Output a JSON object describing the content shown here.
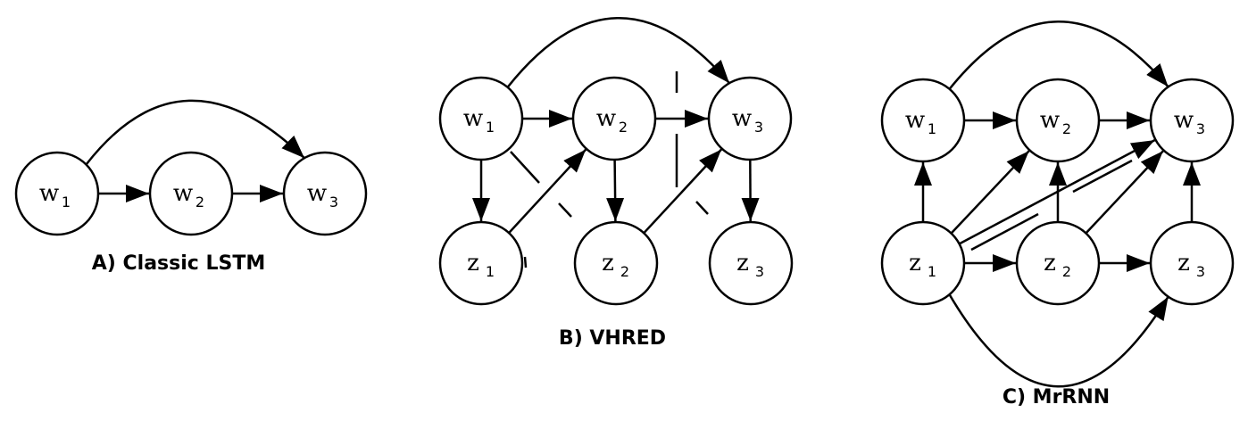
{
  "panels": {
    "a": {
      "caption": "A) Classic LSTM",
      "nodes": [
        {
          "var": "w",
          "sub": "1"
        },
        {
          "var": "w",
          "sub": "2"
        },
        {
          "var": "w",
          "sub": "3"
        }
      ]
    },
    "b": {
      "caption": "B) VHRED",
      "nodes": [
        {
          "var": "w",
          "sub": "1"
        },
        {
          "var": "w",
          "sub": "2"
        },
        {
          "var": "w",
          "sub": "3"
        },
        {
          "var": "z",
          "sub": "1"
        },
        {
          "var": "z",
          "sub": "2"
        },
        {
          "var": "z",
          "sub": "3"
        }
      ]
    },
    "c": {
      "caption": "C) MrRNN",
      "nodes": [
        {
          "var": "w",
          "sub": "1"
        },
        {
          "var": "w",
          "sub": "2"
        },
        {
          "var": "w",
          "sub": "3"
        },
        {
          "var": "z",
          "sub": "1"
        },
        {
          "var": "z",
          "sub": "2"
        },
        {
          "var": "z",
          "sub": "3"
        }
      ]
    }
  }
}
